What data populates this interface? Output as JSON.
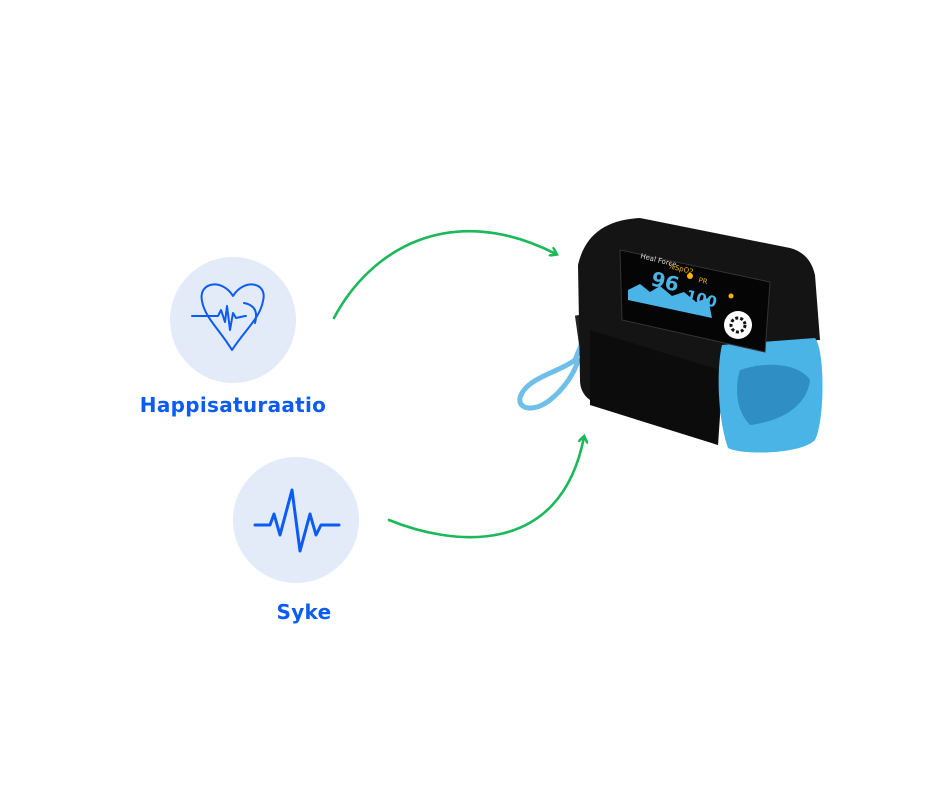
{
  "labels": {
    "oxygen": "Happisaturaatio",
    "pulse": "Syke"
  },
  "device": {
    "brand": "Heal Force",
    "spo2_label": "%SpO2",
    "pr_label": "PR",
    "spo2_value": "96",
    "pr_value": "100"
  },
  "colors": {
    "accent": "#0a5cf5",
    "arrow": "#1cb85a",
    "circle": "#e3eaf8",
    "device_blue": "#4ab4e6"
  }
}
